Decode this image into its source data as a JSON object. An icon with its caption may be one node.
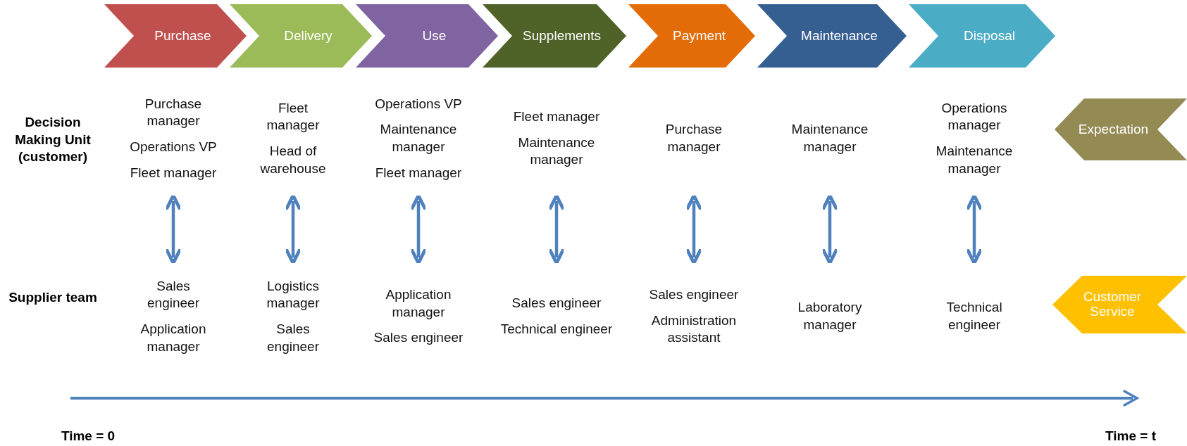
{
  "diagram": {
    "nodes": [
      {
        "text": [
          "Purchase"
        ]
      },
      {
        "text": [
          "Delivery"
        ]
      },
      {
        "text": [
          "Use"
        ]
      },
      {
        "text": [
          "Supplements"
        ]
      },
      {
        "text": [
          "Payment"
        ]
      },
      {
        "text": [
          "Maintenance"
        ]
      },
      {
        "text": [
          "Disposal"
        ]
      },
      {
        "text": [
          "Purchase manager",
          "Operations VP",
          "Fleet manager"
        ]
      },
      {
        "text": [
          "Fleet manager",
          "Head of warehouse"
        ]
      },
      {
        "text": [
          "Operations VP",
          "Maintenance manager",
          "Fleet manager"
        ]
      },
      {
        "text": [
          "Fleet manager",
          "Maintenance manager"
        ]
      },
      {
        "text": [
          "Purchase manager"
        ]
      },
      {
        "text": [
          "Maintenance manager"
        ]
      },
      {
        "text": [
          "Operations manager",
          "Maintenance manager"
        ]
      },
      {
        "text": [
          "Expectation"
        ]
      },
      {
        "text": [
          "Sales engineer",
          "Application manager"
        ]
      },
      {
        "text": [
          "Logistics manager",
          "Sales engineer"
        ]
      },
      {
        "text": [
          "Application manager",
          "Sales engineer"
        ]
      },
      {
        "text": [
          "Sales engineer",
          "Technical engineer"
        ]
      },
      {
        "text": [
          "Sales engineer",
          "Administration assistant"
        ]
      },
      {
        "text": [
          "Laboratory manager"
        ]
      },
      {
        "text": [
          "Technical engineer"
        ]
      },
      {
        "text": [
          "Customer Service"
        ]
      }
    ],
    "edges": [
      {
        "from": 7,
        "to": 15,
        "arrow": "both"
      },
      {
        "from": 8,
        "to": 16,
        "arrow": "both"
      },
      {
        "from": 9,
        "to": 17,
        "arrow": "both"
      },
      {
        "from": 10,
        "to": 18,
        "arrow": "both"
      },
      {
        "from": 11,
        "to": 19,
        "arrow": "both"
      },
      {
        "from": 12,
        "to": 20,
        "arrow": "both"
      },
      {
        "from": 13,
        "to": 21,
        "arrow": "both"
      }
    ],
    "labels": [
      "Decision Making Unit (customer)",
      "Supplier team",
      "Time = 0",
      "Time = t"
    ]
  }
}
